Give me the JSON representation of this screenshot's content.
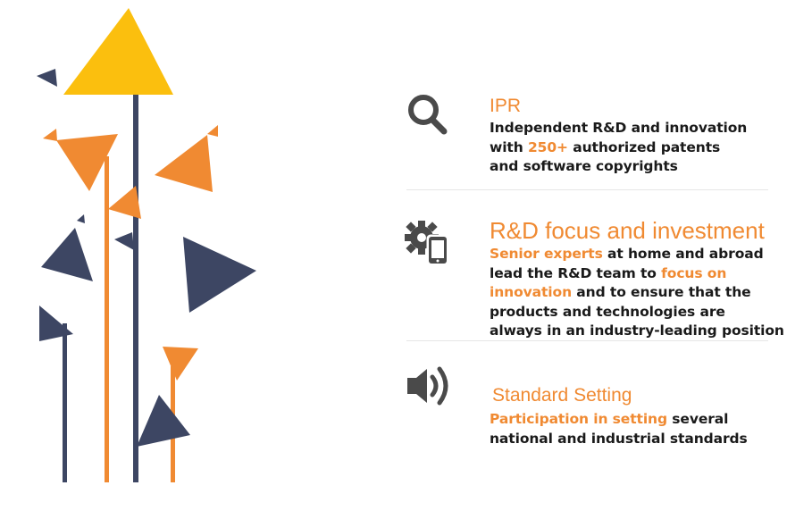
{
  "colors": {
    "accent": "#f08a32",
    "yellow": "#fbbf0e",
    "navy": "#3d4663",
    "text": "#1a1a1a",
    "icon": "#4a4a4a"
  },
  "sections": [
    {
      "icon": "search-icon",
      "title": "IPR",
      "lines": [
        [
          "Independent R&D and innovation"
        ],
        [
          "with ",
          "250+",
          " authorized patents"
        ],
        [
          "and software copyrights"
        ]
      ]
    },
    {
      "icon": "gear-phone-icon",
      "title": "R&D focus and investment",
      "lines": [
        [
          "",
          "Senior experts",
          " at home and abroad"
        ],
        [
          "lead the R&D team to ",
          "focus on"
        ],
        [
          "",
          "innovation",
          " and to ensure that the"
        ],
        [
          "products and technologies are"
        ],
        [
          "always in an industry-leading position"
        ]
      ]
    },
    {
      "icon": "speaker-icon",
      "title": "Standard Setting",
      "lines": [
        [
          "",
          "Participation in setting",
          " several"
        ],
        [
          "national and industrial standards"
        ]
      ]
    }
  ]
}
